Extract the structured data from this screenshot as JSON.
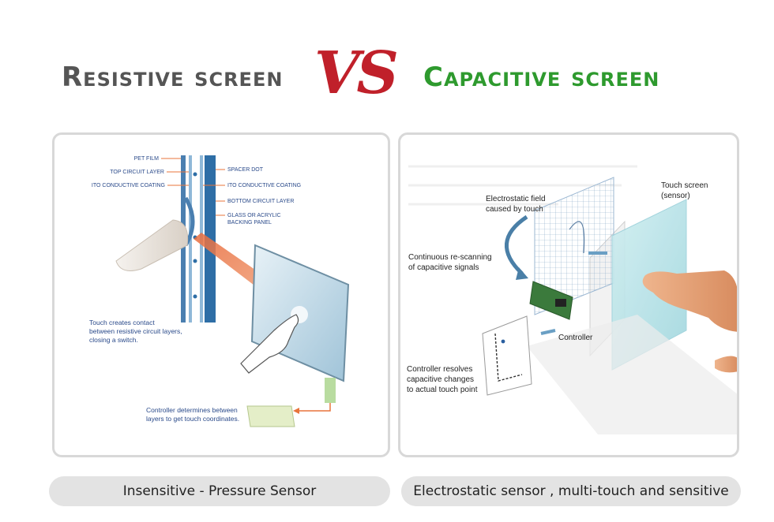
{
  "title": {
    "left": "Resistive screen",
    "vs": "VS",
    "right": "Capacitive screen"
  },
  "colors": {
    "left_title": "#555555",
    "vs": "#c0202a",
    "right_title": "#2e9a2e",
    "caption_bg": "#e3e3e3"
  },
  "resistive": {
    "labels": {
      "pet_film": "PET FILM",
      "top_circuit": "TOP CIRCUIT LAYER",
      "ito_left": "ITO CONDUCTIVE COATING",
      "spacer_dot": "SPACER DOT",
      "ito_right": "ITO CONDUCTIVE COATING",
      "bottom_circuit": "BOTTOM CIRCUIT LAYER",
      "glass_1": "GLASS OR ACRYLIC",
      "glass_2": "BACKING PANEL",
      "touch_1": "Touch creates contact",
      "touch_2": "between resistive circuit layers,",
      "touch_3": "closing a switch.",
      "controller_1": "Controller determines between",
      "controller_2": "layers to get touch coordinates."
    },
    "caption": "Insensitive - Pressure Sensor"
  },
  "capacitive": {
    "labels": {
      "field_1": "Electrostatic field",
      "field_2": "caused by touch",
      "screen_1": "Touch screen",
      "screen_2": "(sensor)",
      "rescan_1": "Continuous re-scanning",
      "rescan_2": "of capacitive signals",
      "controller": "Controller",
      "resolves_1": "Controller resolves",
      "resolves_2": "capacitive changes",
      "resolves_3": "to actual touch point"
    },
    "caption": "Electrostatic sensor , multi-touch and sensitive"
  }
}
